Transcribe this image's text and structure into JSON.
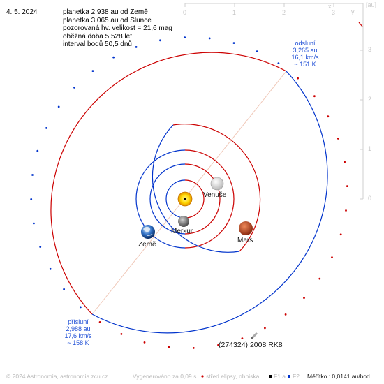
{
  "date": "4. 5. 2024",
  "info_lines": [
    "planetka 2,938 au od Země",
    "planetka 3,065 au od Slunce",
    "pozorovaná hv. velikost = 21,6 mag",
    "oběžná doba 5,528 let",
    "interval bodů 50,5 dnů"
  ],
  "aphelion": {
    "title": "odsluní",
    "distance": "3,265 au",
    "speed": "16,1 km/s",
    "temperature": "~ 151 K"
  },
  "perihelion": {
    "title": "přísluní",
    "distance": "2,988 au",
    "speed": "17,6 km/s",
    "temperature": "~ 158 K"
  },
  "planets": {
    "venus": "Venuše",
    "mercury": "Merkur",
    "earth": "Země",
    "mars": "Mars"
  },
  "asteroid_name": "(274324) 2008 RK8",
  "axes": {
    "x_unit": "x",
    "y_unit": "y",
    "unit": "[au]",
    "x_ticks": [
      "0",
      "1",
      "2",
      "3"
    ],
    "y_ticks": [
      "3",
      "2",
      "1",
      "0"
    ]
  },
  "footer": {
    "copyright": "© 2024 Astronomia, astronomia.zcu.cz",
    "generated": "Vygenerováno za 0,09 s",
    "legend_center": "střed elipsy, ohniska",
    "legend_f1": "F1 a",
    "legend_f2": "F2",
    "scale": "Měřítko : 0,0141 au/bod"
  },
  "colors": {
    "orbit_red": "#cc0000",
    "orbit_blue": "#0033cc",
    "label_blue": "#1f4fd6",
    "line_of_apsides": "#f0c8b8"
  }
}
